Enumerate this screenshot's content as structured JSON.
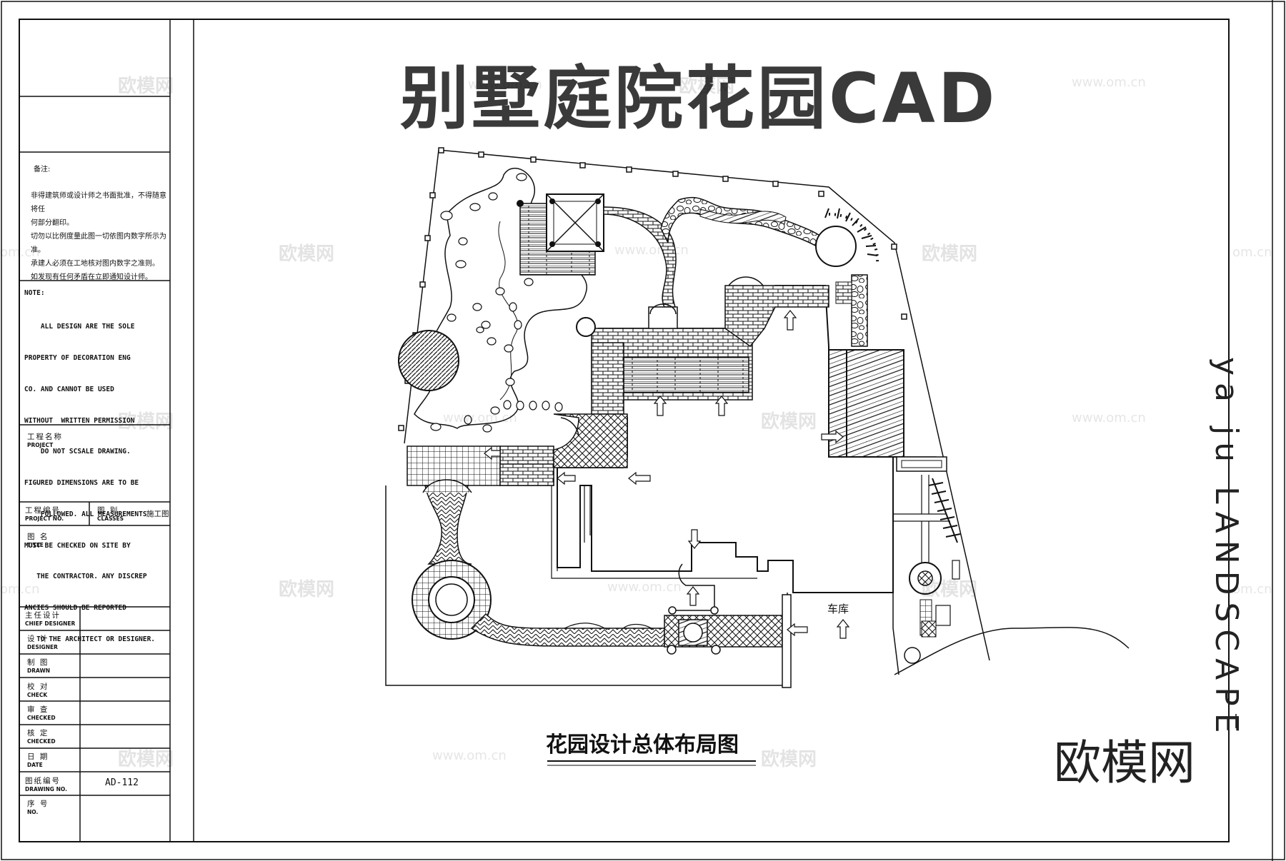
{
  "title": "别墅庭院花园CAD",
  "subtitle": "花园设计总体布局图",
  "brand": "欧模网",
  "vertical_text": "ya ju LANDSCAPE",
  "garage_label": "车库",
  "watermark": {
    "text": "欧模网",
    "url": "www.om.cn",
    "url_partial": "om.cn"
  },
  "panel": {
    "remarks_heading": "备注:",
    "remarks_lines": [
      "非得建筑师或设计师之书面批准，不得随意将任",
      "何部分翻印。",
      "切勿以比例度量此图一切依图内数字所示为准。",
      "承建人必须在工地核对图内数字之准则。",
      "如发现有任何矛盾在立即通知设计师。"
    ],
    "note_heading": "NOTE:",
    "note_lines": [
      "    ALL DESIGN ARE THE SOLE",
      "PROPERTY OF DECORATION ENG",
      "CO. AND CANNOT BE USED",
      "WITHOUT  WRITTEN PERMISSION",
      "    DO NOT SCSALE DRAWING.",
      "FIGURED DIMENSIONS ARE TO BE",
      "    FOLLOWED. ALL MEASUREMENTS",
      "MUST BE CHECKED ON SITE BY",
      "   THE CONTRACTOR. ANY DISCREP",
      "ANCIES SHOULD BE REPORTED",
      "   TO THE ARCHITECT OR DESIGNER."
    ],
    "project_cn": "工程名称",
    "project_en": "PROJECT",
    "project_no_cn": "工程编号",
    "project_no_en": "PROJECT NO.",
    "classes_cn": "图    别",
    "classes_en": "CLASSES",
    "classes_value": "施工图",
    "title_cn": "图    名",
    "title_en": "TITLE",
    "rows": [
      {
        "cn": "主任设计",
        "en": "CHIEF DESIGNER",
        "value": ""
      },
      {
        "cn": "设    计",
        "en": "DESIGNER",
        "value": ""
      },
      {
        "cn": "制    图",
        "en": "DRAWN",
        "value": ""
      },
      {
        "cn": "校    对",
        "en": "CHECK",
        "value": ""
      },
      {
        "cn": "审    查",
        "en": "CHECKED",
        "value": ""
      },
      {
        "cn": "核    定",
        "en": "CHECKED",
        "value": ""
      },
      {
        "cn": "日    期",
        "en": "DATE",
        "value": ""
      },
      {
        "cn": "图纸编号",
        "en": "DRAWING NO.",
        "value": "AD-112"
      },
      {
        "cn": "序    号",
        "en": "NO.",
        "value": ""
      }
    ]
  }
}
